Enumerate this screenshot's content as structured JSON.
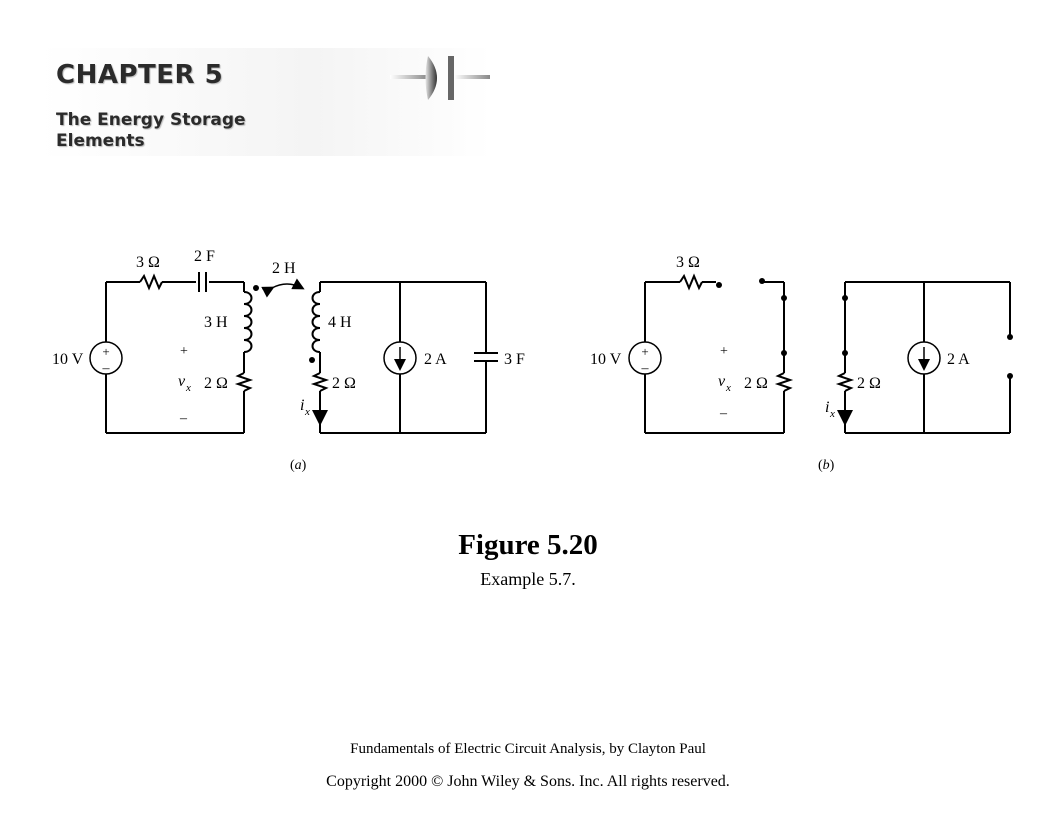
{
  "header": {
    "chapter": "CHAPTER 5",
    "subtitle_line1": "The Energy Storage",
    "subtitle_line2": "Elements"
  },
  "circuit_a": {
    "r_series": "3 Ω",
    "c_series": "2 F",
    "mutual": "2 H",
    "source_v": "10 V",
    "l_primary": "3 H",
    "r_primary": "2 Ω",
    "vx": "v",
    "vx_sub": "x",
    "plus": "+",
    "minus": "–",
    "source_plus": "+",
    "source_minus": "–",
    "l_secondary": "4 H",
    "r_secondary": "2 Ω",
    "ix": "i",
    "ix_sub": "x",
    "current_source": "2 A",
    "c_shunt": "3 F",
    "label": "(a)",
    "label_letter": "a"
  },
  "circuit_b": {
    "r_series": "3 Ω",
    "source_v": "10 V",
    "r_left": "2 Ω",
    "vx": "v",
    "vx_sub": "x",
    "plus": "+",
    "minus": "–",
    "source_plus": "+",
    "source_minus": "–",
    "r_right": "2 Ω",
    "ix": "i",
    "ix_sub": "x",
    "current_source": "2 A",
    "label_letter": "b"
  },
  "figure": {
    "title": "Figure 5.20",
    "caption": "Example 5.7."
  },
  "footer": {
    "line1": "Fundamentals of Electric Circuit Analysis, by Clayton Paul",
    "line2": "Copyright 2000 © John Wiley & Sons. Inc. All rights reserved."
  }
}
